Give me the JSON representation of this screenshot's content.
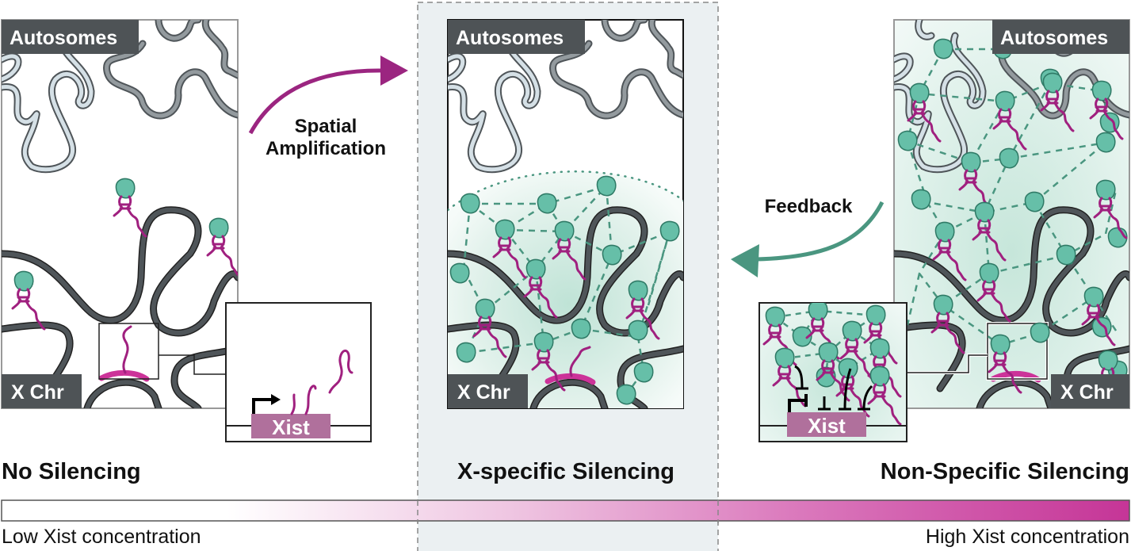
{
  "panels": {
    "left": {
      "autosomes_label": "Autosomes",
      "xchr_label": "X Chr",
      "caption": "No Silencing",
      "inset_gene_label": "Xist"
    },
    "middle": {
      "autosomes_label": "Autosomes",
      "xchr_label": "X Chr",
      "caption": "X-specific Silencing"
    },
    "right": {
      "autosomes_label": "Autosomes",
      "xchr_label": "X Chr",
      "caption": "Non-Specific Silencing",
      "inset_gene_label": "Xist"
    }
  },
  "arrows": {
    "spatial_amplification": {
      "line1": "Spatial",
      "line2": "Amplification"
    },
    "feedback": "Feedback"
  },
  "scale_bar": {
    "low_label": "Low Xist concentration",
    "high_label": "High Xist concentration"
  },
  "colors": {
    "protein": "#66bfa8",
    "protein_stroke": "#2f7a66",
    "rna": "#a0207f",
    "xist_locus": "#cc3399",
    "xist_box": "#b0709c",
    "label_bg": "#4e5356",
    "spatial_arrow": "#9b2580",
    "feedback_arrow": "#4a9680",
    "gradient_high": "#c53597",
    "highlight_bg": "#ebf0f2"
  }
}
